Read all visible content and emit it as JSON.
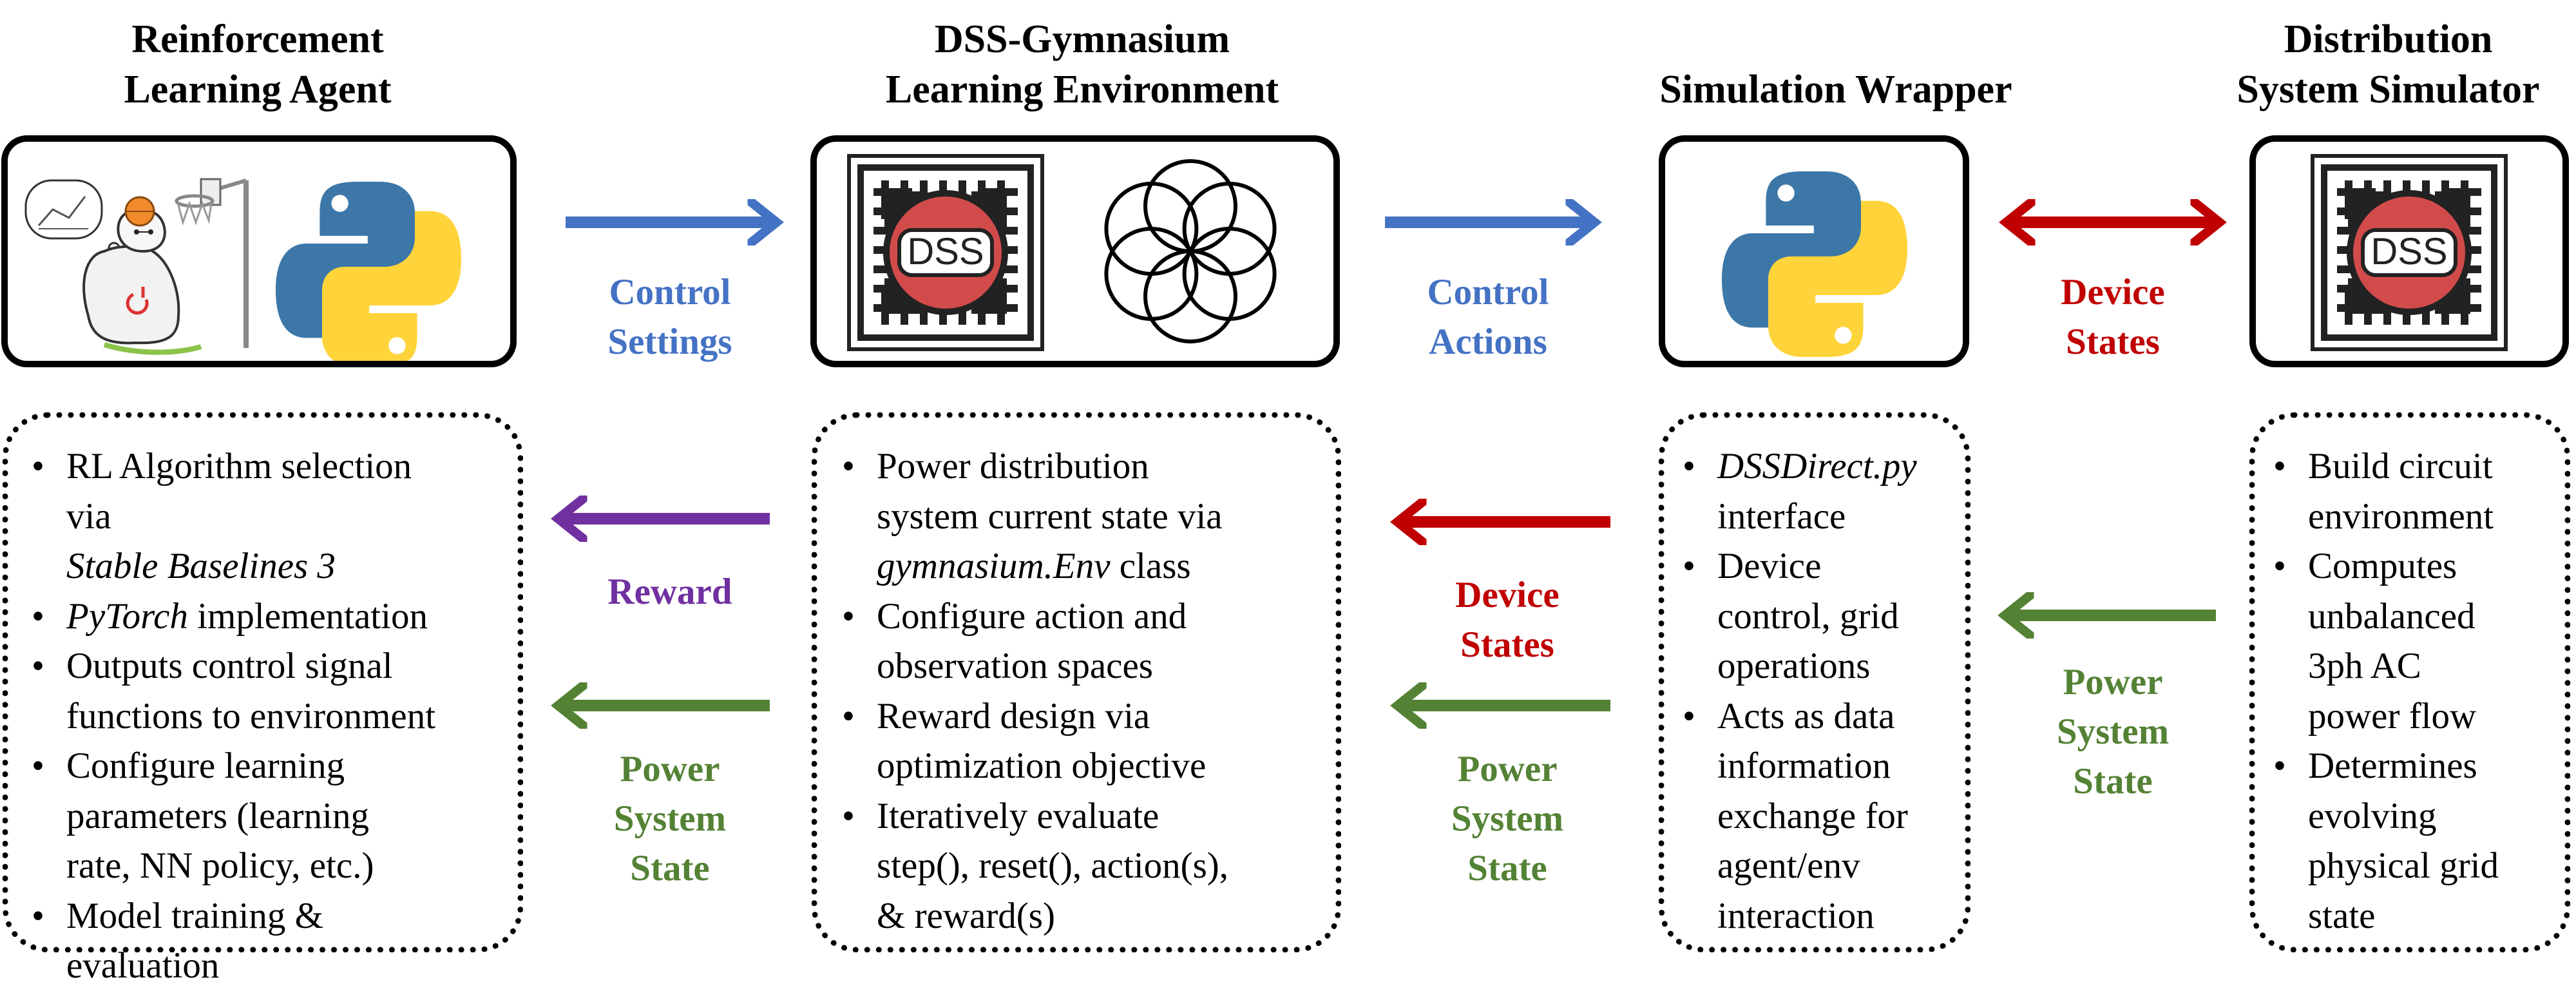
{
  "columns": [
    {
      "title_lines": [
        "Reinforcement",
        "Learning Agent"
      ]
    },
    {
      "title_lines": [
        "DSS-Gymnasium",
        "Learning Environment"
      ]
    },
    {
      "title_lines": [
        "Simulation Wrapper"
      ]
    },
    {
      "title_lines": [
        "Distribution",
        "System Simulator"
      ]
    }
  ],
  "icons": {
    "dss_logo_text": "DSS",
    "agent_icons": [
      "robot-basketball-icon",
      "python-logo-icon"
    ],
    "env_icons": [
      "opendss-logo-icon",
      "gymnasium-logo-icon"
    ],
    "wrapper_icons": [
      "python-logo-icon"
    ],
    "simulator_icons": [
      "opendss-logo-icon"
    ]
  },
  "colors": {
    "blue": "#4472C4",
    "red": "#C00000",
    "purple": "#7030A0",
    "green": "#548235",
    "python_blue": "#3C77A8",
    "python_yellow": "#FFD43B",
    "dss_red": "#D24B4B"
  },
  "top_arrows": [
    {
      "label_lines": [
        "Control",
        "Settings"
      ],
      "direction": "right",
      "color": "#4472C4"
    },
    {
      "label_lines": [
        "Control",
        "Actions"
      ],
      "direction": "right",
      "color": "#4472C4"
    },
    {
      "label_lines": [
        "Device",
        "States"
      ],
      "direction": "both",
      "color": "#C00000"
    }
  ],
  "bottom_arrows": [
    {
      "label_lines": [
        "Reward"
      ],
      "direction": "left",
      "color": "#7030A0"
    },
    {
      "label_lines": [
        "Power",
        "System",
        "State"
      ],
      "direction": "left",
      "color": "#548235"
    },
    {
      "label_lines": [
        "Device",
        "States"
      ],
      "direction": "left",
      "color": "#C00000"
    },
    {
      "label_lines": [
        "Power",
        "System",
        "State"
      ],
      "direction": "left",
      "color": "#548235"
    },
    {
      "label_lines": [
        "Power",
        "System",
        "State"
      ],
      "direction": "left",
      "color": "#548235"
    }
  ],
  "bullets": {
    "agent": [
      {
        "lines": [
          [
            "RL Algorithm selection"
          ],
          [
            "via ",
            "Stable Baselines 3"
          ]
        ]
      },
      {
        "lines": [
          [
            "",
            "PyTorch",
            " implementation"
          ]
        ]
      },
      {
        "lines": [
          [
            "Outputs control signal"
          ],
          [
            "functions to environment"
          ]
        ]
      },
      {
        "lines": [
          [
            "Configure learning"
          ],
          [
            "parameters (learning"
          ],
          [
            "rate, NN policy, etc.)"
          ]
        ]
      },
      {
        "lines": [
          [
            "Model training &"
          ],
          [
            "evaluation"
          ]
        ]
      }
    ],
    "environment": [
      {
        "lines": [
          [
            "Power distribution"
          ],
          [
            "system current state via"
          ],
          [
            "",
            "gymnasium.Env",
            " class"
          ]
        ]
      },
      {
        "lines": [
          [
            "Configure action and"
          ],
          [
            "observation spaces"
          ]
        ]
      },
      {
        "lines": [
          [
            "Reward design via"
          ],
          [
            "optimization objective"
          ]
        ]
      },
      {
        "lines": [
          [
            "Iteratively evaluate"
          ],
          [
            "step(), reset(), action(s),"
          ],
          [
            "& reward(s)"
          ]
        ]
      }
    ],
    "wrapper": [
      {
        "lines": [
          [
            "",
            "DSSDirect.py"
          ],
          [
            "interface"
          ]
        ]
      },
      {
        "lines": [
          [
            "Device"
          ],
          [
            "control, grid"
          ],
          [
            "operations"
          ]
        ]
      },
      {
        "lines": [
          [
            "Acts as data"
          ],
          [
            "information"
          ],
          [
            "exchange for"
          ],
          [
            "agent/env"
          ],
          [
            "interaction"
          ]
        ]
      }
    ],
    "simulator": [
      {
        "lines": [
          [
            "Build circuit"
          ],
          [
            "environment"
          ]
        ]
      },
      {
        "lines": [
          [
            "Computes"
          ],
          [
            "unbalanced"
          ],
          [
            "3ph AC"
          ],
          [
            "power flow"
          ]
        ]
      },
      {
        "lines": [
          [
            "Determines"
          ],
          [
            "evolving"
          ],
          [
            "physical grid"
          ],
          [
            "state"
          ]
        ]
      }
    ]
  }
}
